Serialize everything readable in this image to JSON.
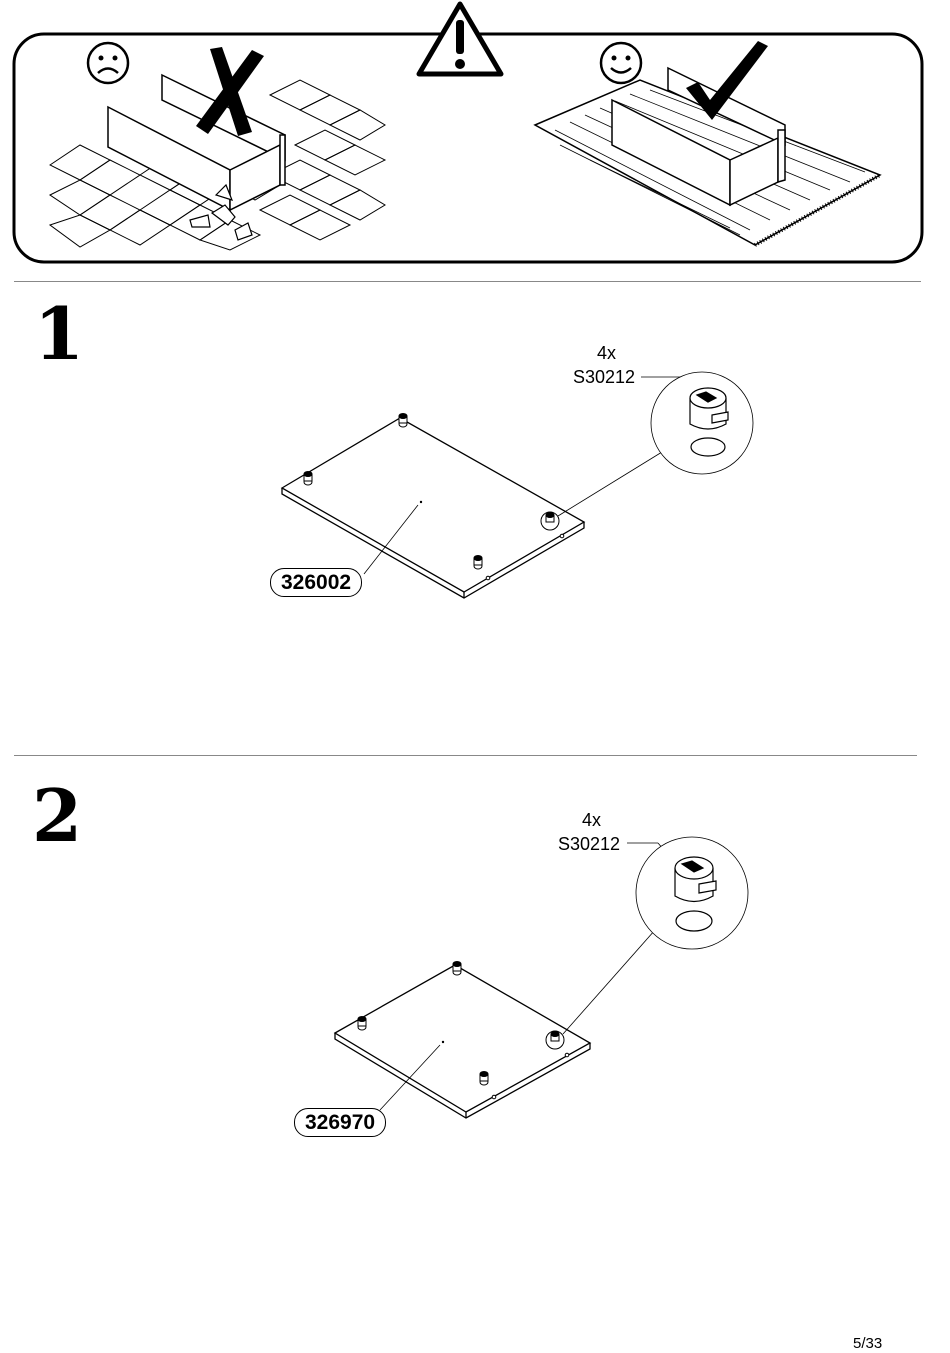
{
  "warning": {
    "bad_face_icon": "sad-face-icon",
    "good_face_icon": "smiley-face-icon",
    "warning_icon": "warning-triangle-icon",
    "wrong_mark_icon": "cross-mark-icon",
    "right_mark_icon": "check-mark-icon"
  },
  "steps": [
    {
      "number": "1",
      "fitting_qty": "4x",
      "fitting_code": "S30212",
      "part_number": "326002"
    },
    {
      "number": "2",
      "fitting_qty": "4x",
      "fitting_code": "S30212",
      "part_number": "326970"
    }
  ],
  "footer": {
    "page": "5/33"
  }
}
